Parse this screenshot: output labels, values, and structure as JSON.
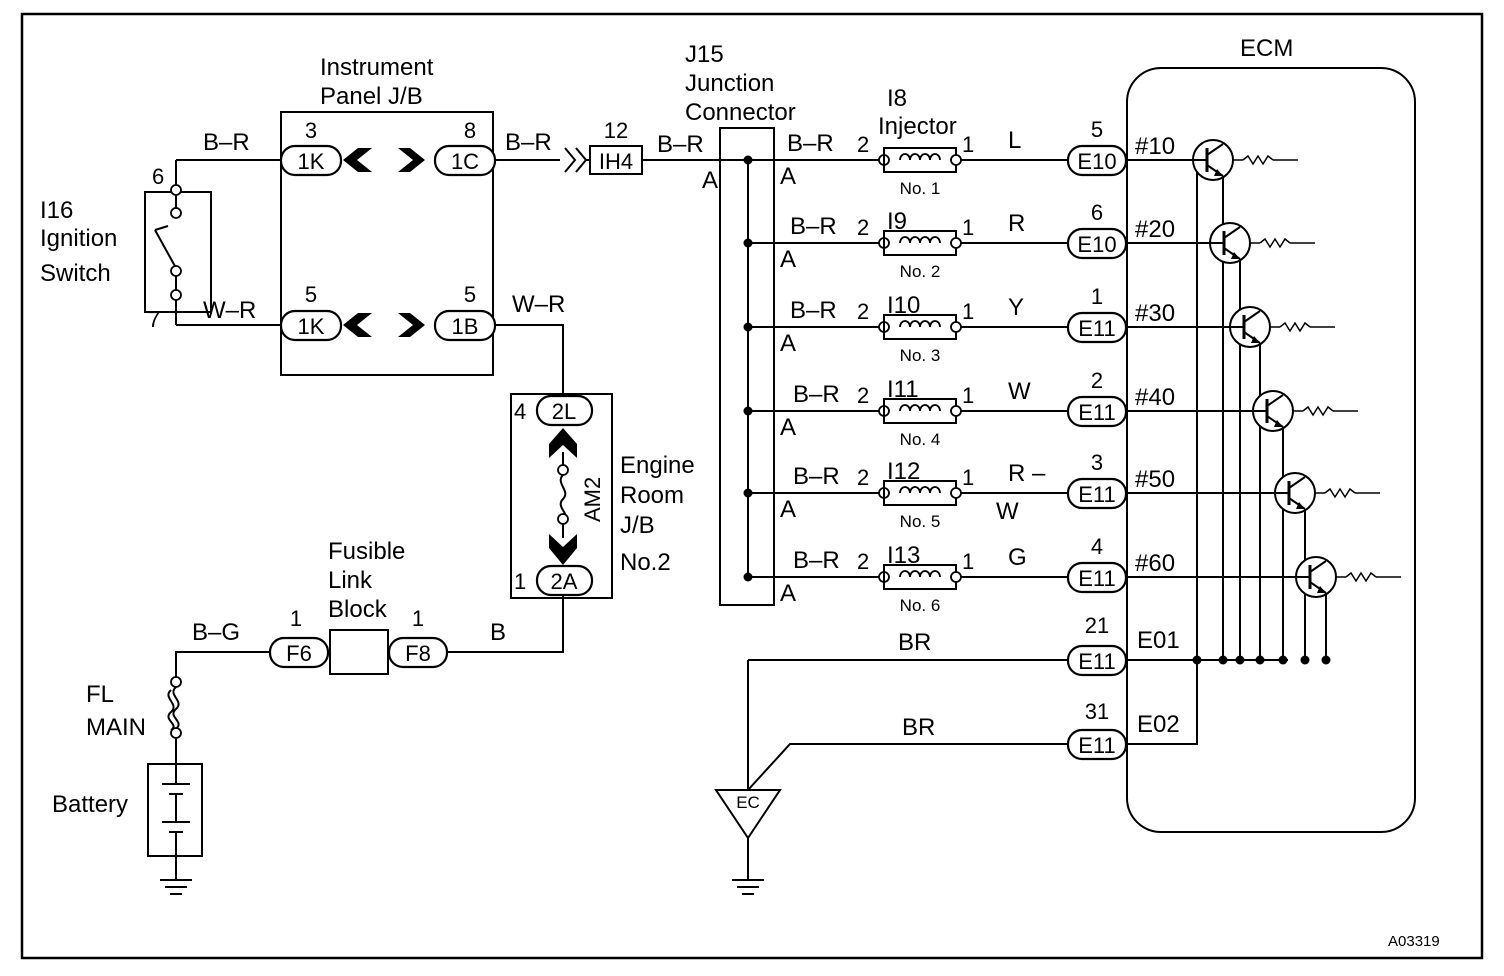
{
  "figure_id": "A03319",
  "ignition_switch": {
    "ref": "I16",
    "name_line1": "Ignition",
    "name_line2": "Switch",
    "pins": [
      "6",
      "7"
    ]
  },
  "instrument_panel_jb": {
    "title_line1": "Instrument",
    "title_line2": "Panel J/B",
    "rows": [
      {
        "left_pin": "3",
        "left_conn": "1K",
        "right_pin": "8",
        "right_conn": "1C"
      },
      {
        "left_pin": "5",
        "left_conn": "1K",
        "right_pin": "5",
        "right_conn": "1B"
      }
    ]
  },
  "wires": {
    "br": "B–R",
    "wr": "W–R",
    "bg": "B–G",
    "b": "B",
    "brown": "BR"
  },
  "connector_ih4": {
    "pin": "12",
    "name": "IH4"
  },
  "junction_connector": {
    "title_line1": "J15",
    "title_line2": "Junction",
    "title_line3": "Connector",
    "terminal": "A"
  },
  "engine_room_jb": {
    "title_line1": "Engine",
    "title_line2": "Room",
    "title_line3": "J/B",
    "title_line4": "No.2",
    "fuse": "AM2",
    "top_pin": "4",
    "top_conn": "2L",
    "bottom_pin": "1",
    "bottom_conn": "2A"
  },
  "fusible_link_block": {
    "title_line1": "Fusible",
    "title_line2": "Link",
    "title_line3": "Block",
    "left_pin": "1",
    "left_conn": "F6",
    "right_pin": "1",
    "right_conn": "F8"
  },
  "fl_main": {
    "line1": "FL",
    "line2": "MAIN"
  },
  "battery": {
    "label": "Battery"
  },
  "injectors": [
    {
      "ref": "I8",
      "extra": "Injector",
      "pin_in": "2",
      "pin_out": "1",
      "wire_color": "L",
      "wire_color2": "",
      "ecm_pin": "5",
      "ecm_conn": "E10",
      "ecm_signal": "#10",
      "label": "No. 1"
    },
    {
      "ref": "I9",
      "extra": "",
      "pin_in": "2",
      "pin_out": "1",
      "wire_color": "R",
      "wire_color2": "",
      "ecm_pin": "6",
      "ecm_conn": "E10",
      "ecm_signal": "#20",
      "label": "No. 2"
    },
    {
      "ref": "I10",
      "extra": "",
      "pin_in": "2",
      "pin_out": "1",
      "wire_color": "Y",
      "wire_color2": "",
      "ecm_pin": "1",
      "ecm_conn": "E11",
      "ecm_signal": "#30",
      "label": "No. 3"
    },
    {
      "ref": "I11",
      "extra": "",
      "pin_in": "2",
      "pin_out": "1",
      "wire_color": "W",
      "wire_color2": "",
      "ecm_pin": "2",
      "ecm_conn": "E11",
      "ecm_signal": "#40",
      "label": "No. 4"
    },
    {
      "ref": "I12",
      "extra": "",
      "pin_in": "2",
      "pin_out": "1",
      "wire_color": "R –",
      "wire_color2": "W",
      "ecm_pin": "3",
      "ecm_conn": "E11",
      "ecm_signal": "#50",
      "label": "No. 5"
    },
    {
      "ref": "I13",
      "extra": "",
      "pin_in": "2",
      "pin_out": "1",
      "wire_color": "G",
      "wire_color2": "",
      "ecm_pin": "4",
      "ecm_conn": "E11",
      "ecm_signal": "#60",
      "label": "No. 6"
    }
  ],
  "ecm": {
    "title": "ECM",
    "grounds": [
      {
        "pin": "21",
        "conn": "E11",
        "signal": "E01",
        "wire": "BR"
      },
      {
        "pin": "31",
        "conn": "E11",
        "signal": "E02",
        "wire": "BR"
      }
    ]
  },
  "ground_point": {
    "label": "EC"
  }
}
